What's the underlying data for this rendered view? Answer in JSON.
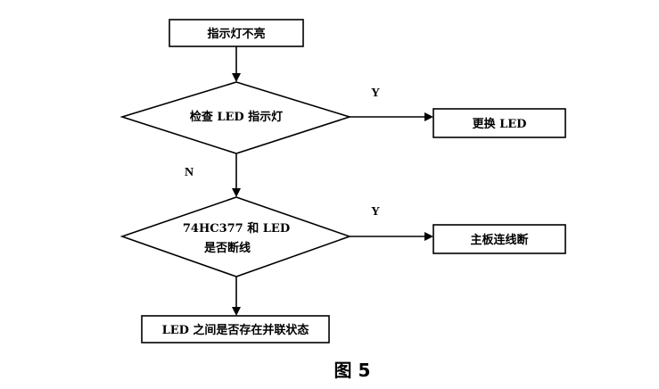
{
  "diagram": {
    "nodes": {
      "start": "指示灯不亮",
      "check_led_line1": "检查 LED 指示灯",
      "replace_led": "更换 LED",
      "check_broken_line1": "74HC377 和 LED",
      "check_broken_line2": "是否断线",
      "mainboard_broken": "主板连线断",
      "parallel_state": "LED 之间是否存在并联状态"
    },
    "edge_labels": {
      "yes_1": "Y",
      "no_1": "N",
      "yes_2": "Y"
    },
    "caption": "图 5"
  }
}
